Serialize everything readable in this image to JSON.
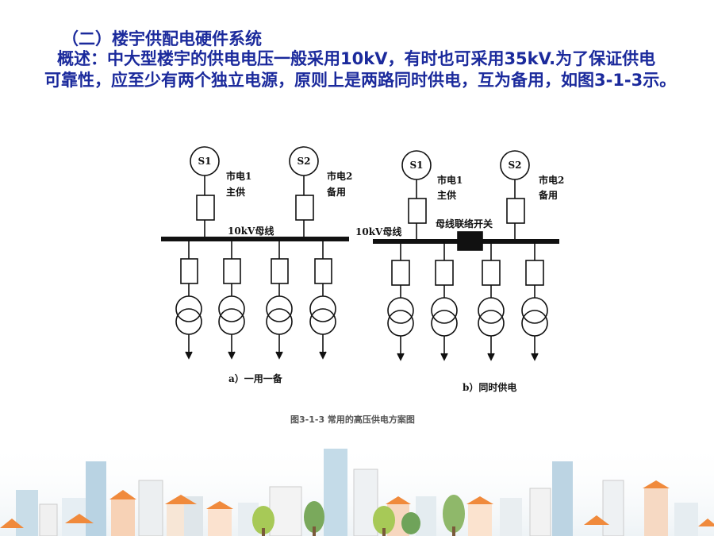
{
  "slide": {
    "heading_line1": "（二）楼宇供配电硬件系统",
    "heading_line2": "概述：中大型楼宇的供电电压一般采用10kV，有时也可采用35kV.为了保证供电",
    "heading_line3": "可靠性，应至少有两个独立电源，原则上是两路同时供电，互为备用，如图3-1-3示。"
  },
  "diagram": {
    "caption": "图3-1-3  常用的高压供电方案图",
    "left": {
      "source1": "S1",
      "source2": "S2",
      "source1_name": "市电1",
      "source1_role": "主供",
      "source2_name": "市电2",
      "source2_role": "备用",
      "bus_label": "10kV母线",
      "subcaption": "a）一用一备"
    },
    "right": {
      "source1": "S1",
      "source2": "S2",
      "source1_name": "市电1",
      "source1_role": "主供",
      "source2_name": "市电2",
      "source2_role": "备用",
      "bus_label": "10kV母线",
      "tie_label": "母线联络开关",
      "subcaption": "b）同时供电"
    }
  },
  "colors": {
    "heading": "#1b2a9c",
    "diagram_line": "#111111",
    "caption": "#555555"
  },
  "decoration": {
    "footer": "city-skyline-illustration"
  }
}
